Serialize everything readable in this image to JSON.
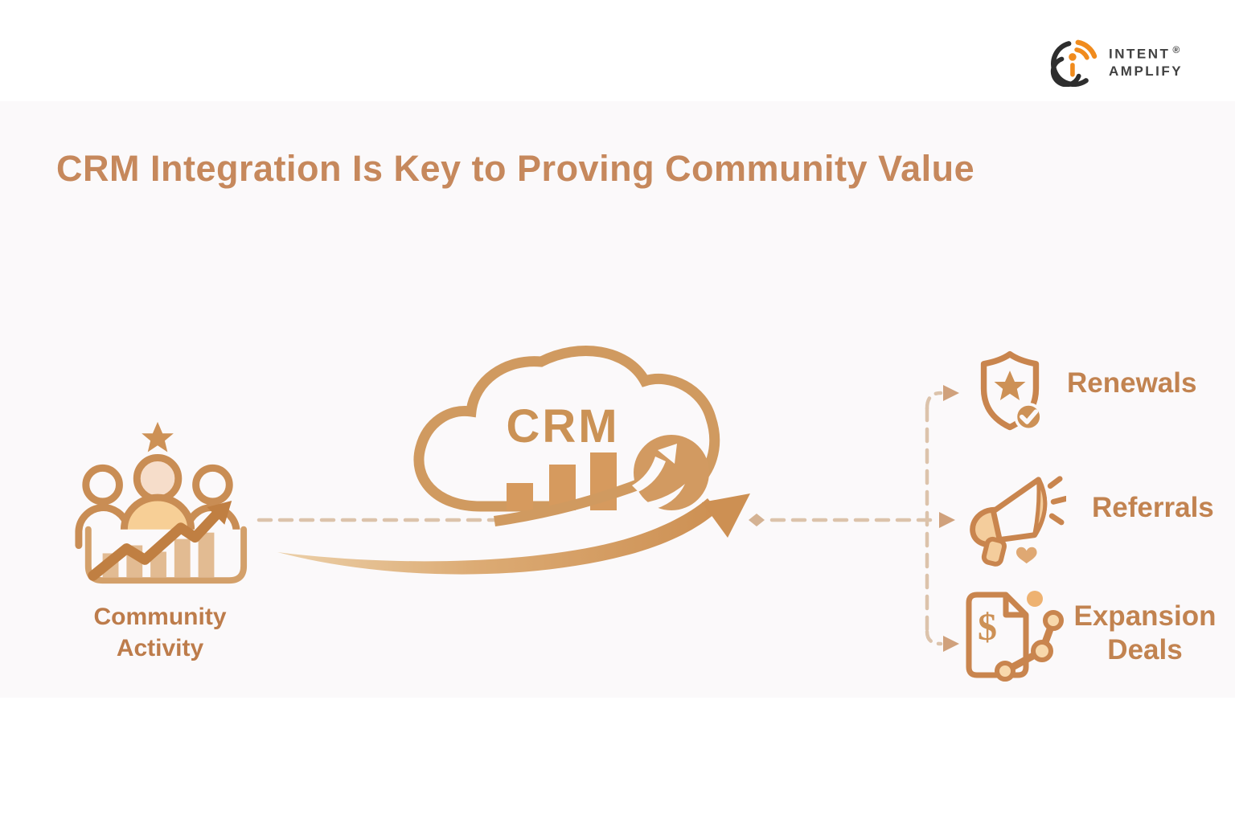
{
  "brand": {
    "name_line1": "Intent",
    "name_line2": "Amplify",
    "registered_mark": "®",
    "logo_icon": "signal-target-i-icon",
    "accent_orange": "#f08b1d",
    "dark": "#414141"
  },
  "heading": {
    "title": "CRM Integration Is Key to Proving Community Value"
  },
  "diagram": {
    "source": {
      "label": "Community Activity",
      "icon": "community-people-growth-icon"
    },
    "hub": {
      "label": "CRM",
      "icon": "crm-cloud-growth-icon"
    },
    "outcomes": [
      {
        "label": "Renewals",
        "icon": "shield-star-check-icon"
      },
      {
        "label": "Referrals",
        "icon": "megaphone-icon"
      },
      {
        "label": "Expansion Deals",
        "icon": "document-dollar-growth-icon"
      }
    ],
    "connectors": "dashed-arrows-left-to-right"
  },
  "colors": {
    "gold_stroke": "#c9854e",
    "gold_solid": "#cd9156",
    "gold_light_fill": "#f4cd9c",
    "peach_fill": "#f6ddca",
    "bar_fill": "#d69a5e",
    "dash_line": "#dcc3ac",
    "dash_arrow": "#cfa078",
    "title_text": "#c6885c",
    "label_text": "#bd7c4b",
    "panel_bg": "#fbf9fa"
  }
}
